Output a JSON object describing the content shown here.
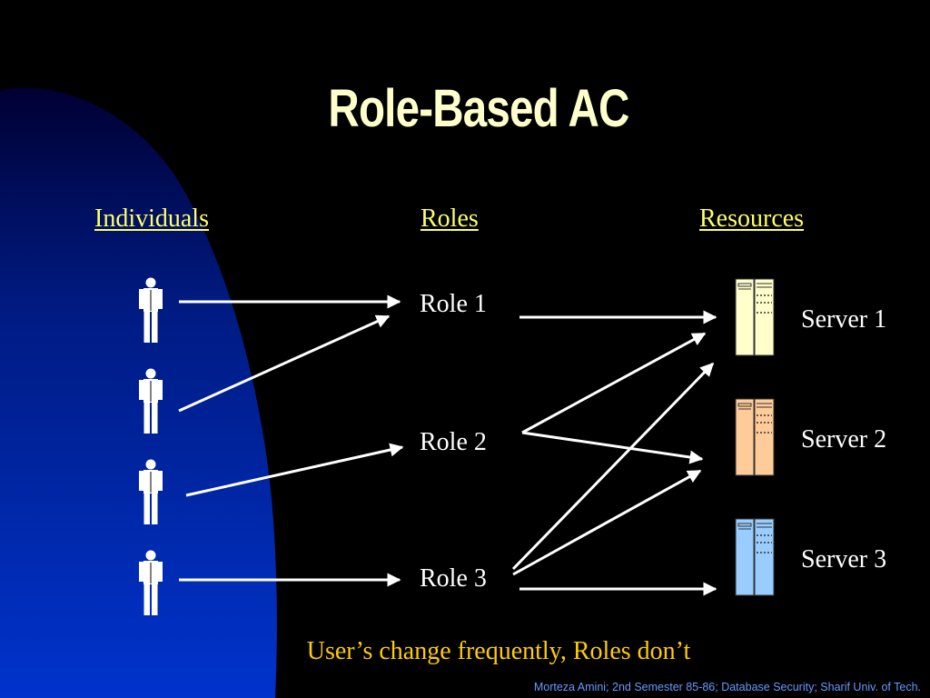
{
  "slide": {
    "title": "Role-Based AC",
    "footnote": "User’s change frequently, Roles don’t",
    "credit": "Morteza Amini; 2nd Semester 85-86; Database Security; Sharif Univ. of Tech."
  },
  "columns": {
    "individuals": "Individuals",
    "roles": "Roles",
    "resources": "Resources"
  },
  "roles": [
    "Role 1",
    "Role 2",
    "Role 3"
  ],
  "servers": [
    {
      "label": "Server 1",
      "color": "#ffffcc"
    },
    {
      "label": "Server 2",
      "color": "#ffcc99"
    },
    {
      "label": "Server 3",
      "color": "#99ccff"
    }
  ],
  "colors": {
    "background": "#000000",
    "blue_arc": "#0033cc",
    "title": "#ffffcc",
    "header": "#ffff66",
    "footnote": "#ffcc00",
    "credit": "#6699ff",
    "arrow": "#ffffff"
  },
  "icons": {
    "person": "person-icon",
    "server": "server-tower-icon"
  }
}
